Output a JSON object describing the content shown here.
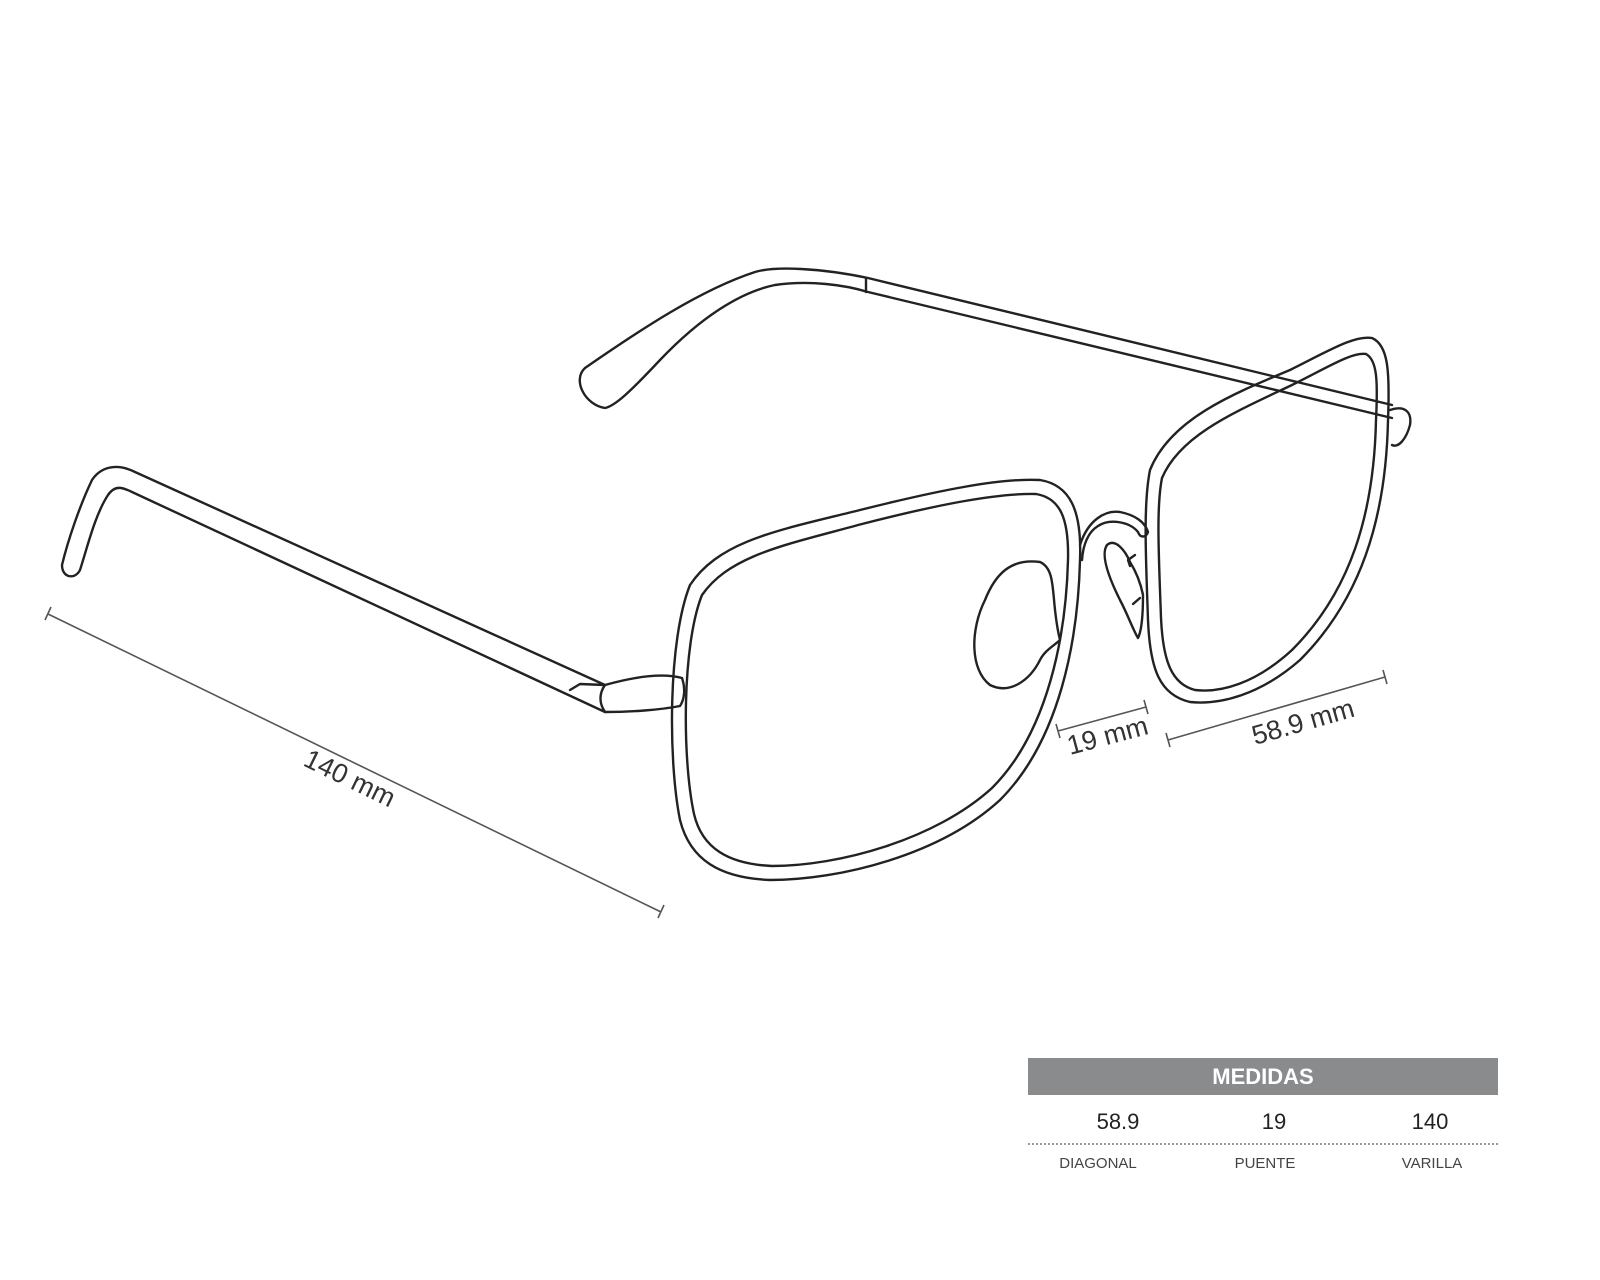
{
  "dimensions": {
    "temple": "140 mm",
    "bridge": "19 mm",
    "lens": "58.9 mm"
  },
  "table": {
    "title": "MEDIDAS",
    "columns": [
      {
        "value": "58.9",
        "label": "DIAGONAL"
      },
      {
        "value": "19",
        "label": "PUENTE"
      },
      {
        "value": "140",
        "label": "VARILLA"
      }
    ]
  },
  "colors": {
    "header": "#8a8b8d",
    "line": "#222222"
  }
}
